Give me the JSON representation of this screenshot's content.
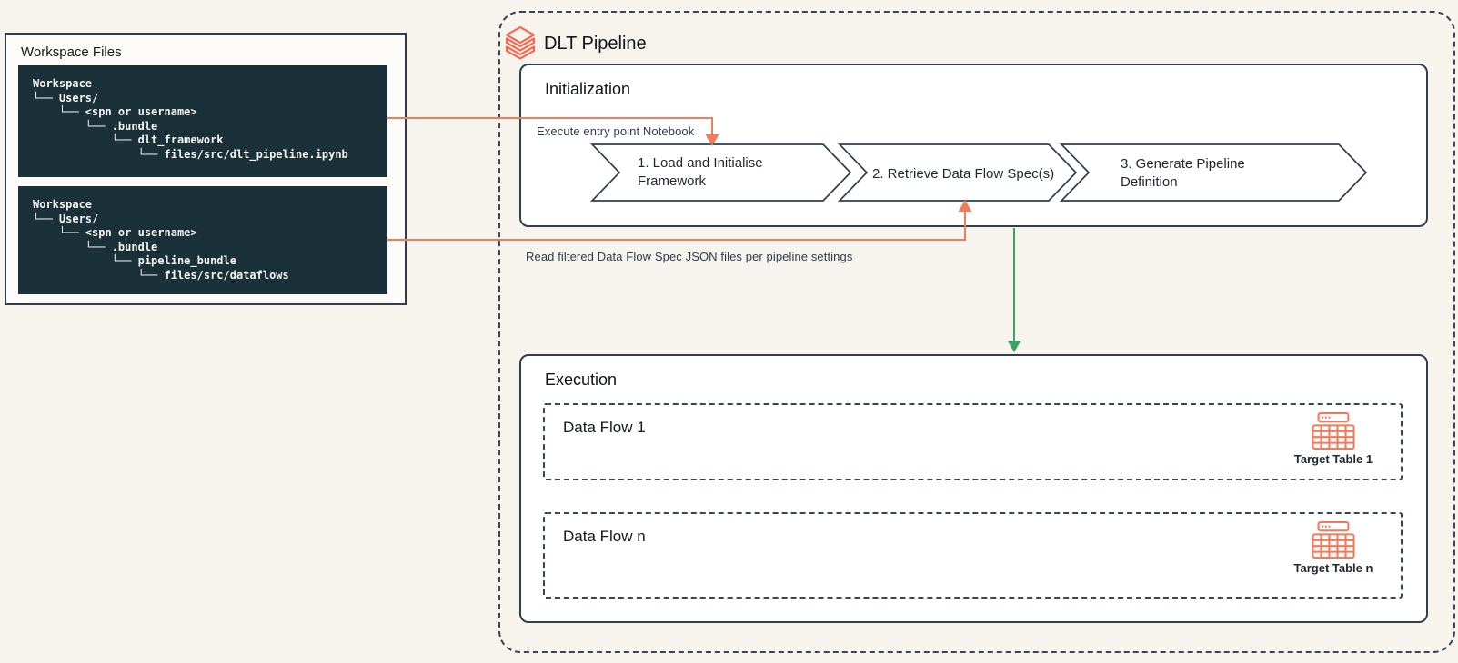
{
  "workspace_files": {
    "title": "Workspace Files",
    "code_blocks": [
      {
        "name": "framework-bundle-tree",
        "tree": "Workspace\n└── Users/\n    └── <spn or username>\n        └── .bundle\n            └── dlt_framework\n                └── files/src/dlt_pipeline.ipynb"
      },
      {
        "name": "pipeline-bundle-tree",
        "tree": "Workspace\n└── Users/\n    └── <spn or username>\n        └── .bundle\n            └── pipeline_bundle\n                └── files/src/dataflows"
      }
    ]
  },
  "pipeline": {
    "title": "DLT Pipeline",
    "logo": "databricks-layers-icon",
    "initialization": {
      "title": "Initialization",
      "annotation": "Execute entry point Notebook",
      "steps": [
        "1. Load and Initialise Framework",
        "2. Retrieve Data Flow Spec(s)",
        "3. Generate Pipeline Definition"
      ]
    },
    "annotation_read": "Read filtered Data Flow Spec JSON files per pipeline settings",
    "execution": {
      "title": "Execution",
      "dataflows": [
        {
          "label": "Data Flow 1",
          "target": "Target Table 1",
          "icon": "table-icon"
        },
        {
          "label": "Data Flow n",
          "target": "Target Table n",
          "icon": "table-icon"
        }
      ]
    }
  },
  "colors": {
    "background": "#F7F4EE",
    "code_block_bg": "#1B3139",
    "border_dark": "#2F3E4C",
    "dashed_border": "#37474F",
    "arrow_orange": "#ED7D5C",
    "arrow_green": "#3FA164",
    "logo_orange": "#FF5F46",
    "table_icon_orange": "#F2795A"
  }
}
